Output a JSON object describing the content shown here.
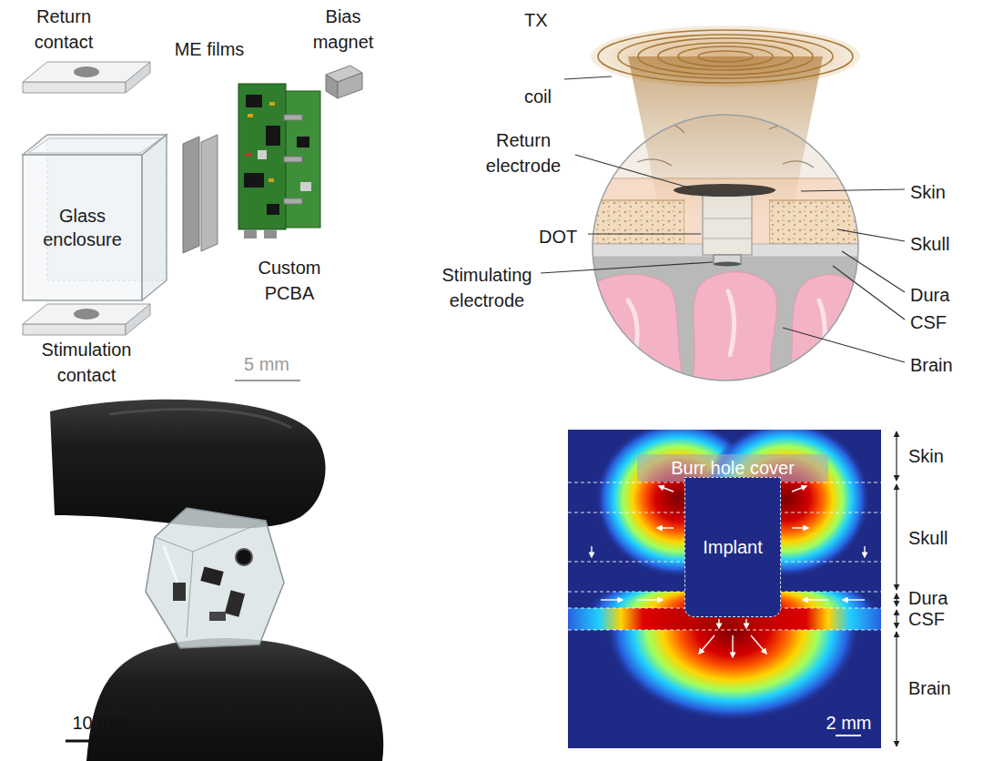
{
  "diagram": {
    "nodes": [
      {
        "text": [
          "Glass enclosure"
        ]
      },
      {
        "text": [
          "Burr hole cover"
        ]
      },
      {
        "text": [
          "Implant"
        ]
      }
    ],
    "labels": [
      "Return contact",
      "Bias magnet",
      "ME films",
      "Custom PCBA",
      "Stimulation contact",
      "5 mm",
      "TX coil",
      "Return electrode",
      "DOT",
      "Stimulating electrode",
      "Skin",
      "Skull",
      "Dura",
      "CSF",
      "Brain",
      "10 mm",
      "Skin",
      "Skull",
      "Dura",
      "CSF",
      "Brain",
      "2 mm"
    ]
  }
}
